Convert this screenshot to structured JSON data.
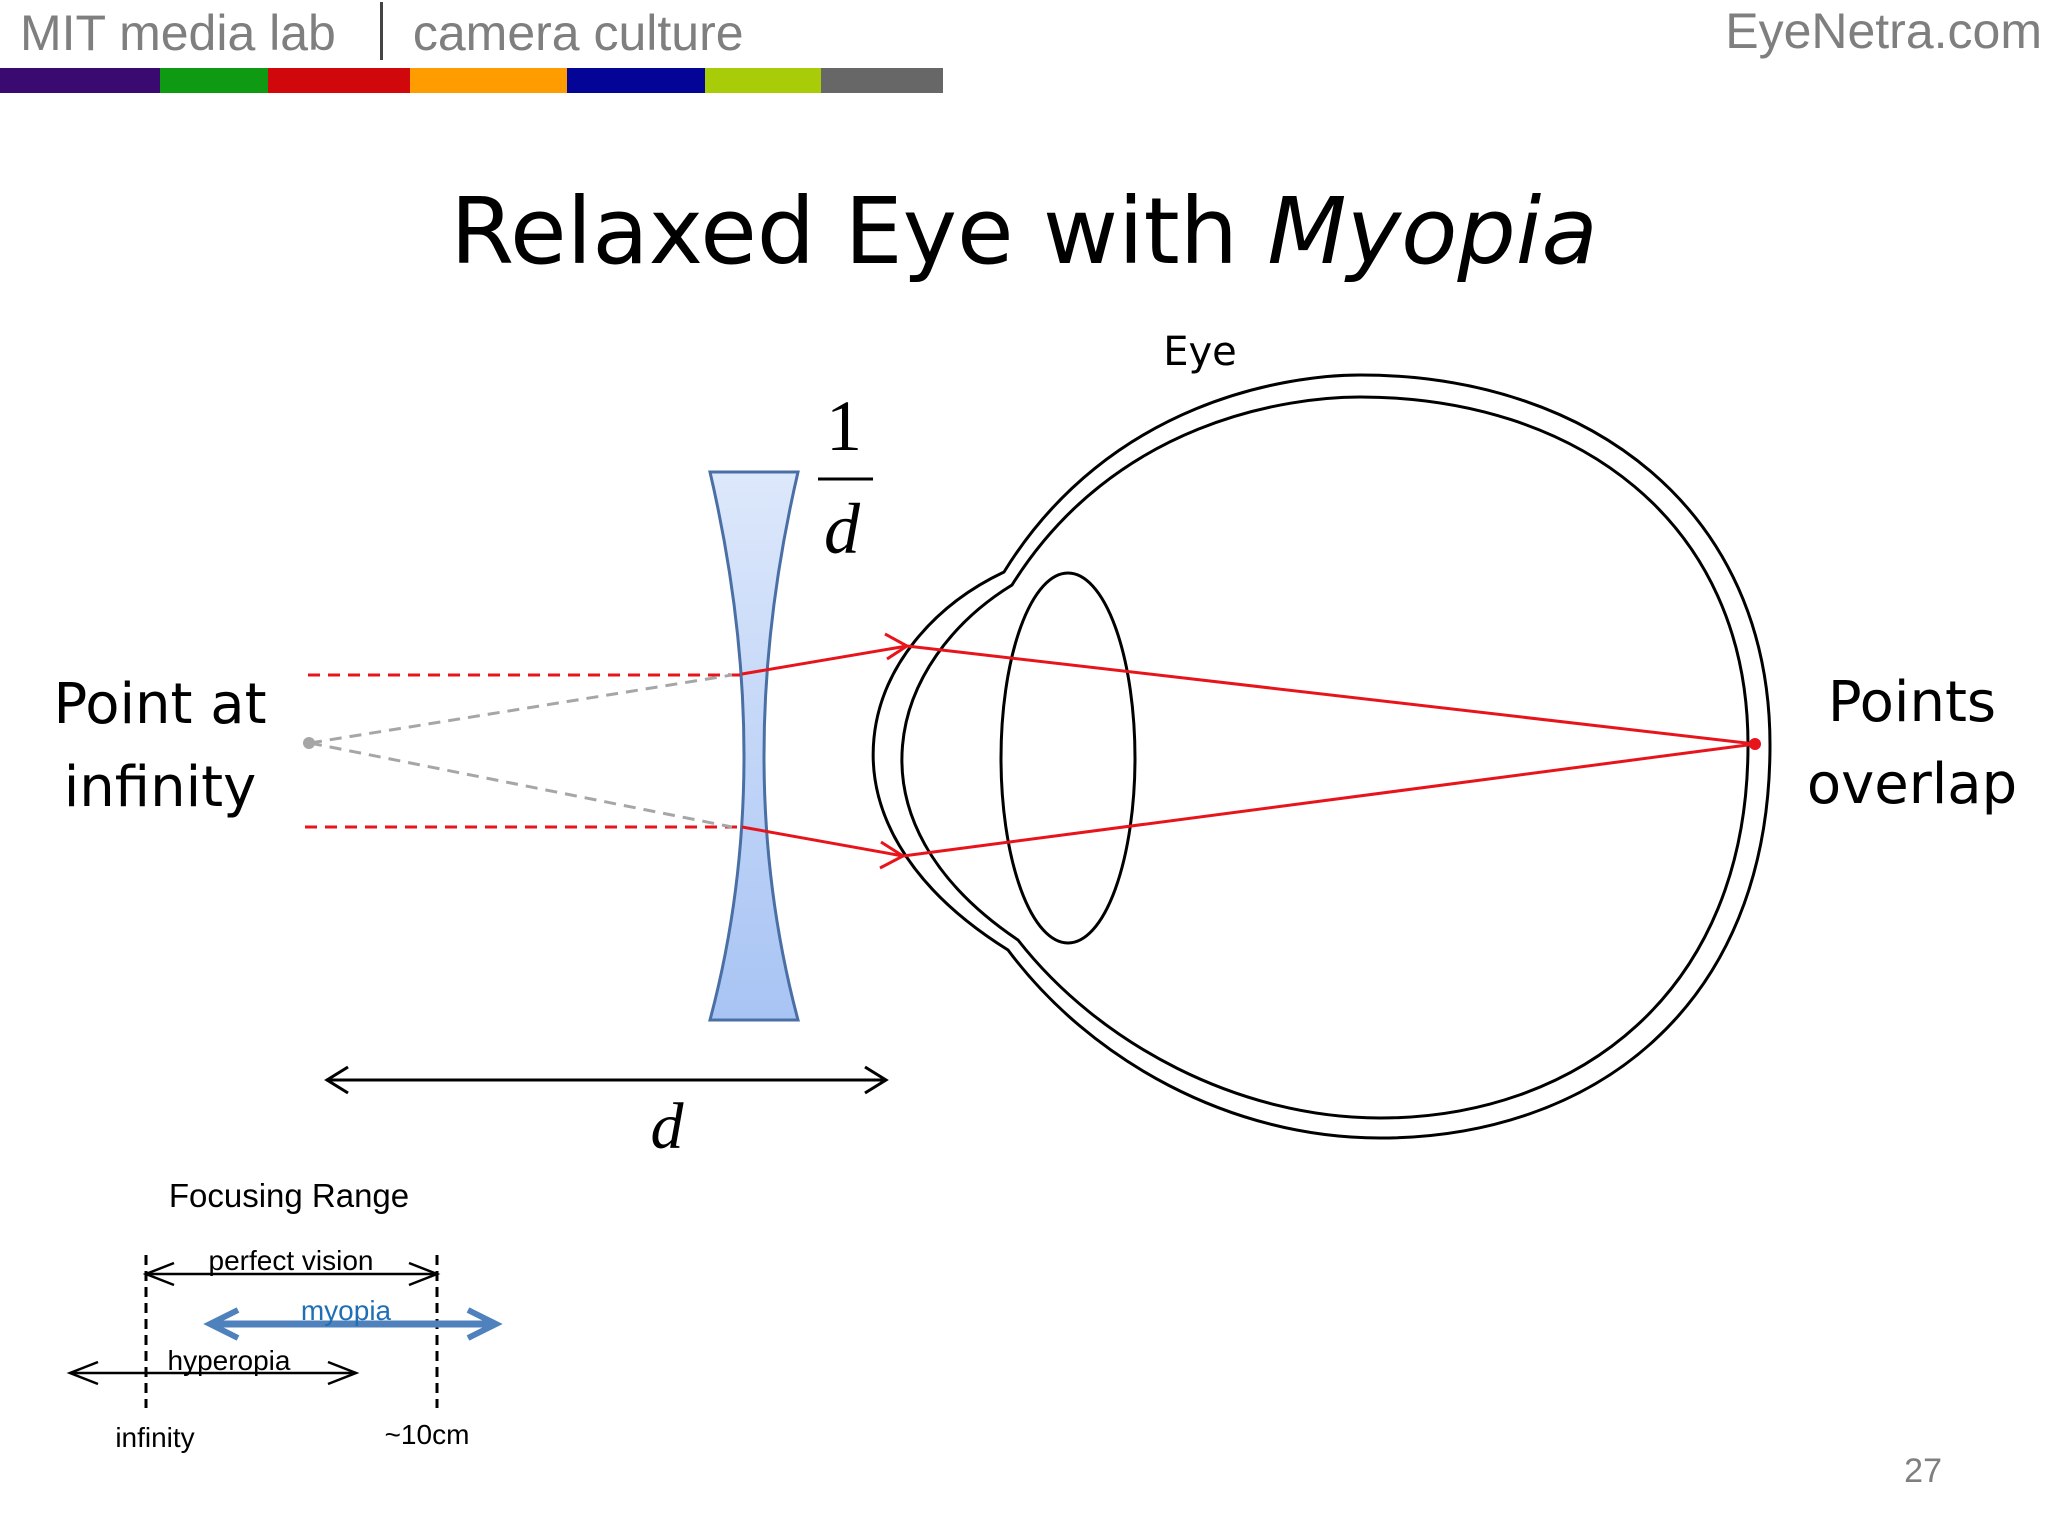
{
  "header": {
    "lab": "MIT media lab",
    "group": "camera culture",
    "site": "EyeNetra.com",
    "bar_colors": [
      "#3b0a70",
      "#0f9a14",
      "#d0070b",
      "#ff9c00",
      "#040496",
      "#a8cc08",
      "#676767"
    ]
  },
  "slide": {
    "title_plain": "Relaxed Eye with ",
    "title_italic": "Myopia",
    "page_number": "27"
  },
  "diagram": {
    "eye_label": "Eye",
    "lens_power_numerator": "1",
    "lens_power_denominator": "d",
    "source_label_line1": "Point at",
    "source_label_line2": "infinity",
    "image_label_line1": "Points",
    "image_label_line2": "overlap",
    "distance_label": "d",
    "ray_color": "#e8141c",
    "virtual_ray_color": "#a6a6a6",
    "lens_color": "#a8c4f4"
  },
  "focusing_range": {
    "title": "Focusing Range",
    "perfect_vision": "perfect vision",
    "myopia": "myopia",
    "hyperopia": "hyperopia",
    "left_limit": "infinity",
    "right_limit": "~10cm",
    "myopia_color": "#4f81bd"
  }
}
